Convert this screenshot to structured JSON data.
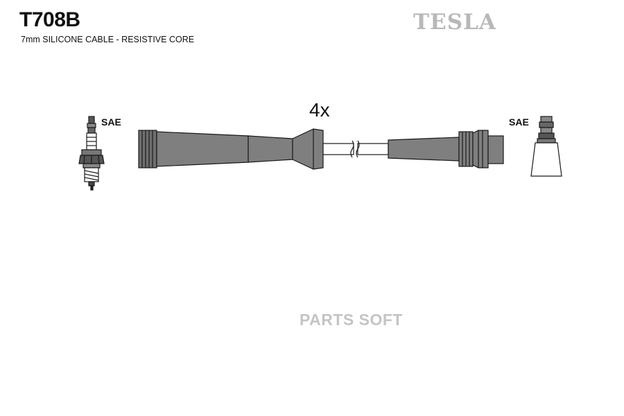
{
  "header": {
    "part_number": "T708B",
    "description": "7mm SILICONE CABLE - RESISTIVE CORE",
    "brand": "TESLA"
  },
  "diagram": {
    "quantity": "4x",
    "left_terminal_label": "SAE",
    "right_terminal_label": "SAE"
  },
  "watermark": "PARTS SOFT",
  "colors": {
    "boot_fill": "#7f7f7f",
    "outline": "#1a1a1a",
    "logo": "#b8b8b8",
    "watermark": "#c4c4c4"
  }
}
